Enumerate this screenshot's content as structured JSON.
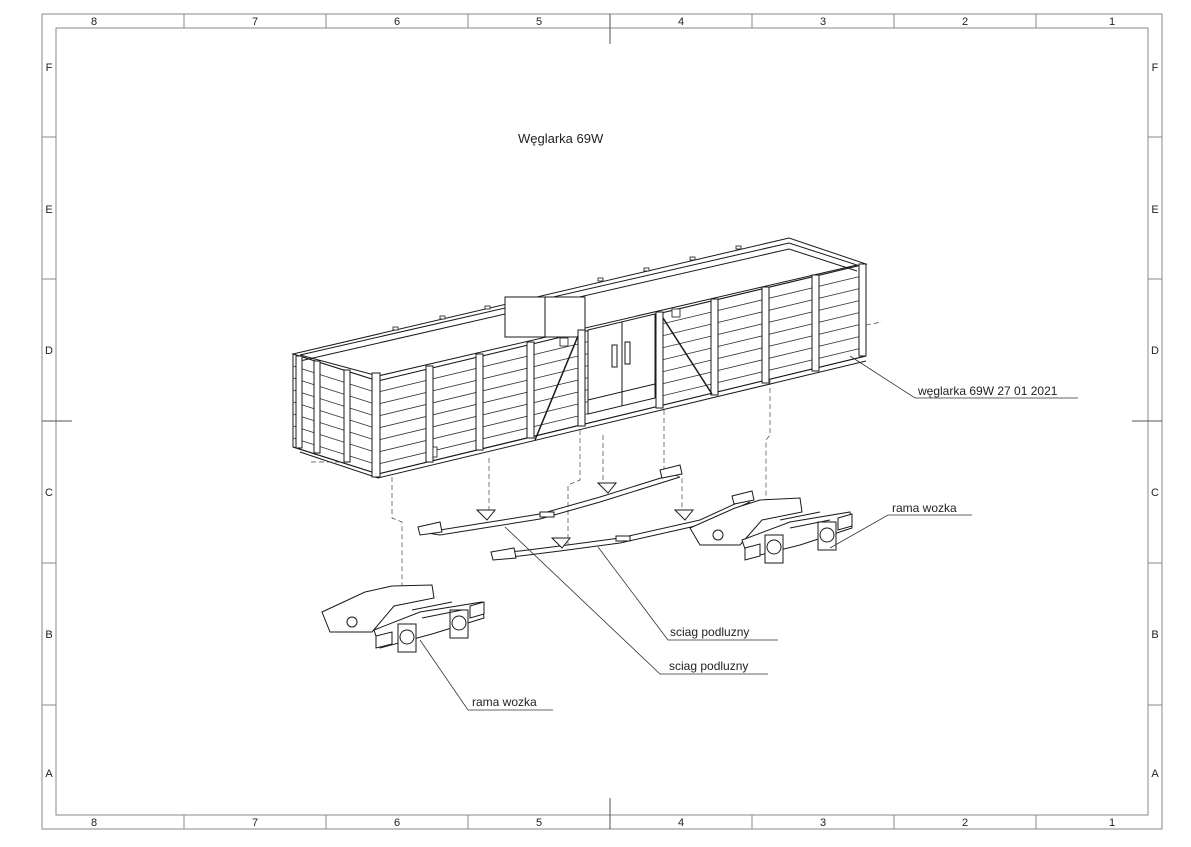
{
  "drawing_title": "Węglarka 69W",
  "zones": {
    "columns": [
      "8",
      "7",
      "6",
      "5",
      "4",
      "3",
      "2",
      "1"
    ],
    "rows": [
      "F",
      "E",
      "D",
      "C",
      "B",
      "A"
    ]
  },
  "callouts": {
    "wagon_body": "węglarka  69W 27 01 2021",
    "bogie_frame_right": "rama wozka",
    "bogie_frame_left": "rama wozka",
    "tie_rod_upper": "sciag podluzny",
    "tie_rod_lower": "sciag podluzny"
  },
  "colors": {
    "line": "#1a1a1a",
    "frame": "#888888",
    "background": "#ffffff"
  }
}
